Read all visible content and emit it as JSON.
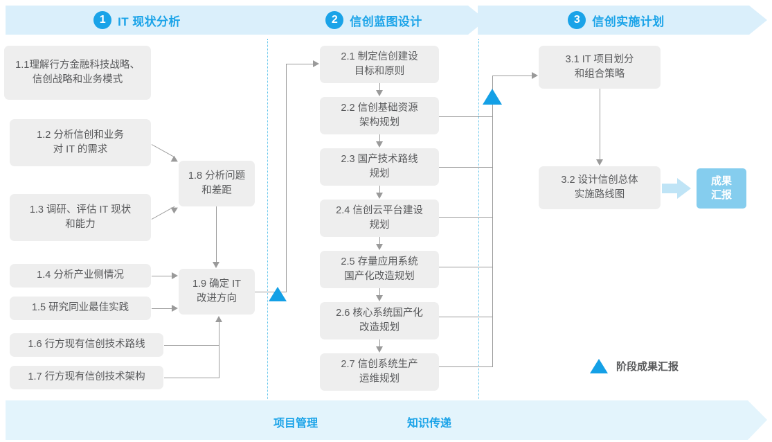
{
  "phases": [
    {
      "num": "1",
      "label": "IT 现状分析"
    },
    {
      "num": "2",
      "label": "信创蓝图设计"
    },
    {
      "num": "3",
      "label": "信创实施计划"
    }
  ],
  "stage1_tasks": [
    {
      "id": "1.1",
      "text": "1.1理解行方金融科技战略、\n信创战略和业务模式"
    },
    {
      "id": "1.2",
      "text": "1.2 分析信创和业务\n对 IT 的需求"
    },
    {
      "id": "1.3",
      "text": "1.3 调研、评估 IT 现状\n和能力"
    },
    {
      "id": "1.4",
      "text": "1.4 分析产业侧情况"
    },
    {
      "id": "1.5",
      "text": "1.5 研究同业最佳实践"
    },
    {
      "id": "1.6",
      "text": "1.6 行方现有信创技术路线"
    },
    {
      "id": "1.7",
      "text": "1.7 行方现有信创技术架构"
    },
    {
      "id": "1.8",
      "text": "1.8 分析问题\n和差距"
    },
    {
      "id": "1.9",
      "text": "1.9 确定 IT\n改进方向"
    }
  ],
  "stage2_tasks": [
    {
      "id": "2.1",
      "text": "2.1 制定信创建设\n目标和原则"
    },
    {
      "id": "2.2",
      "text": "2.2 信创基础资源\n架构规划"
    },
    {
      "id": "2.3",
      "text": "2.3 国产技术路线\n规划"
    },
    {
      "id": "2.4",
      "text": "2.4 信创云平台建设\n规划"
    },
    {
      "id": "2.5",
      "text": "2.5 存量应用系统\n国产化改造规划"
    },
    {
      "id": "2.6",
      "text": "2.6 核心系统国产化\n改造规划"
    },
    {
      "id": "2.7",
      "text": "2.7 信创系统生产\n运维规划"
    }
  ],
  "stage3_tasks": [
    {
      "id": "3.1",
      "text": "3.1 IT 项目划分\n和组合策略"
    },
    {
      "id": "3.2",
      "text": "3.2 设计信创总体\n实施路线图"
    }
  ],
  "outcome": {
    "text": "成果\n汇报"
  },
  "legend": {
    "text": "阶段成果汇报",
    "marker": "milestone-triangle"
  },
  "footer": {
    "labels": [
      "项目管理",
      "知识传递"
    ]
  },
  "colors": {
    "accent_blue": "#1aa3e8",
    "band_blue": "#daeffb",
    "footer_blue": "#e3f4fc",
    "milestone_blue": "#14a0e6",
    "outcome_blue": "#85cdee",
    "box_gray": "#eeeeee",
    "text_gray": "#58595b",
    "connector_gray": "#9a9a9a",
    "divider_dotted": "#53c0ea"
  }
}
